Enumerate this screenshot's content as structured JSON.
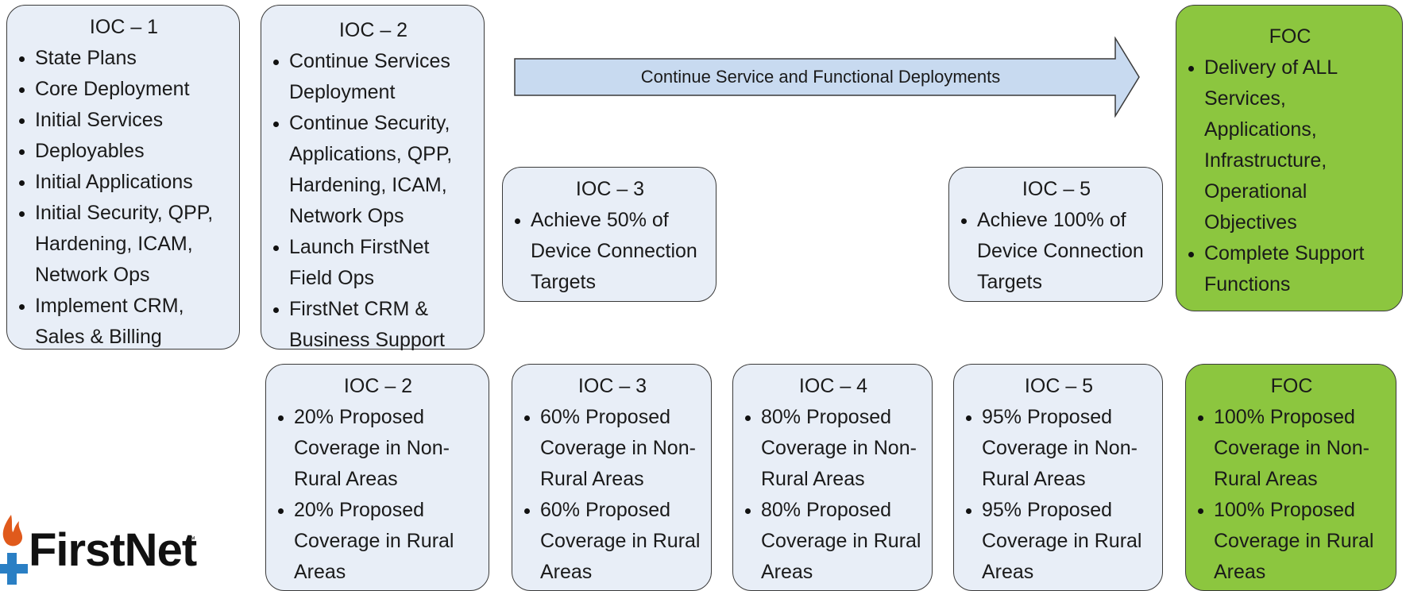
{
  "arrow": {
    "label": "Continue Service and Functional Deployments"
  },
  "top_row": [
    {
      "title": "IOC – 1",
      "items": [
        "State Plans",
        "Core Deployment",
        "Initial Services",
        "Deployables",
        "Initial Applications",
        "Initial Security, QPP, Hardening, ICAM, Network Ops",
        "Implement CRM, Sales & Billing"
      ]
    },
    {
      "title": "IOC – 2",
      "items": [
        "Continue Services Deployment",
        "Continue Security, Applications, QPP, Hardening, ICAM, Network Ops",
        "Launch FirstNet Field Ops",
        "FirstNet CRM & Business Support"
      ]
    },
    {
      "title": "IOC – 3",
      "items": [
        "Achieve 50% of Device Connection Targets"
      ]
    },
    {
      "title": "IOC – 5",
      "items": [
        "Achieve 100% of Device Connection Targets"
      ]
    },
    {
      "title": "FOC",
      "items": [
        "Delivery of ALL Services, Applications, Infrastructure, Operational Objectives",
        "Complete Support Functions"
      ]
    }
  ],
  "bottom_row": [
    {
      "title": "IOC – 2",
      "items": [
        "20% Proposed Coverage in Non-Rural Areas",
        "20% Proposed Coverage in Rural Areas"
      ]
    },
    {
      "title": "IOC – 3",
      "items": [
        "60% Proposed Coverage in Non-Rural Areas",
        "60% Proposed Coverage in Rural Areas"
      ]
    },
    {
      "title": "IOC – 4",
      "items": [
        "80% Proposed Coverage in Non-Rural Areas",
        "80% Proposed Coverage in Rural Areas"
      ]
    },
    {
      "title": "IOC – 5",
      "items": [
        "95% Proposed Coverage in Non-Rural Areas",
        "95% Proposed Coverage in Rural Areas"
      ]
    },
    {
      "title": "FOC",
      "items": [
        "100% Proposed Coverage in Non-Rural Areas",
        "100% Proposed Coverage in Rural Areas"
      ]
    }
  ],
  "logo": {
    "text": "FirstNet",
    "tm": "™"
  },
  "colors": {
    "box_fill": "#e8eef7",
    "foc_fill": "#8cc63f",
    "arrow_fill": "#c8daf0",
    "logo_flame": "#e05a1c",
    "logo_star": "#2a7fc4"
  }
}
